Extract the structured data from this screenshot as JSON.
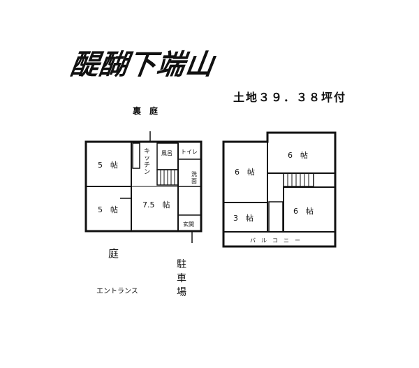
{
  "title": "醍醐下端山",
  "subtitle": "土地３９．３８坪付",
  "labels": {
    "back_garden": "裏　庭",
    "garden": "庭",
    "entrance": "エントランス",
    "parking": [
      "駐",
      "車",
      "場"
    ]
  },
  "first_floor": {
    "room_5a": "5　帖",
    "room_5b": "5　帖",
    "living": "7.5　帖",
    "kitchen": [
      "キ",
      "ッ",
      "チ",
      "ン"
    ],
    "bath": "風呂",
    "toilet": "トイレ",
    "washroom": [
      "洗",
      "面"
    ],
    "genkan": "玄関"
  },
  "second_floor": {
    "room_6a": "6　帖",
    "room_6b": "6　帖",
    "room_6c": "6　帖",
    "room_3": "3　帖",
    "balcony": "バ　ル　コ　ニ　ー"
  }
}
